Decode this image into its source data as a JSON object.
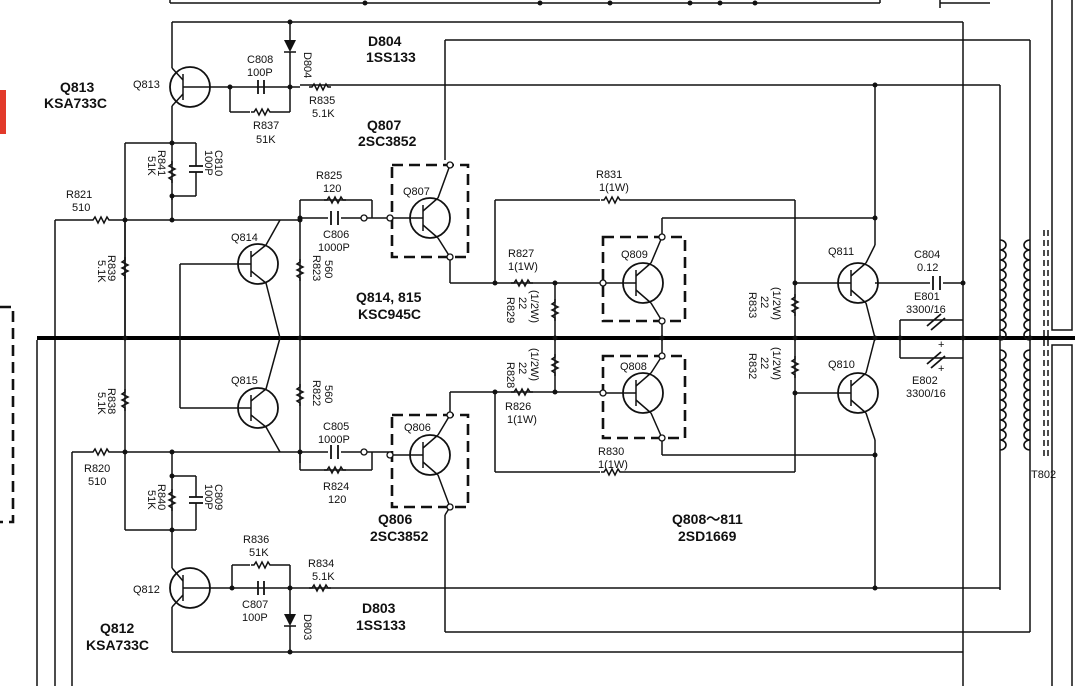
{
  "transistors": {
    "q813": {
      "ref": "Q813",
      "part": "KSA733C"
    },
    "q812": {
      "ref": "Q812",
      "part": "KSA733C"
    },
    "q807": {
      "ref": "Q807",
      "part": "2SC3852"
    },
    "q806": {
      "ref": "Q806",
      "part": "2SC3852"
    },
    "q814": {
      "ref": "Q814"
    },
    "q815": {
      "ref": "Q815"
    },
    "q814_815": {
      "ref": "Q814, 815",
      "part": "KSC945C"
    },
    "q809": {
      "ref": "Q809"
    },
    "q808": {
      "ref": "Q808"
    },
    "q811": {
      "ref": "Q811"
    },
    "q810": {
      "ref": "Q810"
    },
    "q808_811": {
      "ref": "Q808～811",
      "part": "2SD1669"
    }
  },
  "diodes": {
    "d804": {
      "ref": "D804",
      "part": "1SS133"
    },
    "d803": {
      "ref": "D803",
      "part": "1SS133"
    }
  },
  "resistors": {
    "r835": {
      "ref": "R835",
      "value": "5.1K"
    },
    "r837": {
      "ref": "R837",
      "value": "51K"
    },
    "r841": {
      "ref": "R841",
      "value": "51K"
    },
    "r821": {
      "ref": "R821",
      "value": "510"
    },
    "r825": {
      "ref": "R825",
      "value": "120"
    },
    "r839": {
      "ref": "R839",
      "value": "5.1K"
    },
    "r823": {
      "ref": "R823",
      "value": "560"
    },
    "r831": {
      "ref": "R831",
      "value": "1(1W)"
    },
    "r827": {
      "ref": "R827",
      "value": "1(1W)"
    },
    "r829": {
      "ref": "R829",
      "value": "22",
      "rating": "(1/2W)"
    },
    "r833": {
      "ref": "R833",
      "value": "22",
      "rating": "(1/2W)"
    },
    "r828": {
      "ref": "R828",
      "value": "22",
      "rating": "(1/2W)"
    },
    "r826": {
      "ref": "R826",
      "value": "1(1W)"
    },
    "r832": {
      "ref": "R832",
      "value": "22",
      "rating": "(1/2W)"
    },
    "r838": {
      "ref": "R838",
      "value": "5.1K"
    },
    "r822": {
      "ref": "R822",
      "value": "560"
    },
    "r820": {
      "ref": "R820",
      "value": "510"
    },
    "r824": {
      "ref": "R824",
      "value": "120"
    },
    "r840": {
      "ref": "R840",
      "value": "51K"
    },
    "r836": {
      "ref": "R836",
      "value": "51K"
    },
    "r834": {
      "ref": "R834",
      "value": "5.1K"
    },
    "r830": {
      "ref": "R830",
      "value": "1(1W)"
    }
  },
  "capacitors": {
    "c808": {
      "ref": "C808",
      "value": "100P"
    },
    "c810": {
      "ref": "C810",
      "value": "100P"
    },
    "c806": {
      "ref": "C806",
      "value": "1000P"
    },
    "c804": {
      "ref": "C804",
      "value": "0.12"
    },
    "e801": {
      "ref": "E801",
      "value": "3300/16"
    },
    "e802": {
      "ref": "E802",
      "value": "3300/16"
    },
    "c805": {
      "ref": "C805",
      "value": "1000P"
    },
    "c809": {
      "ref": "C809",
      "value": "100P"
    },
    "c807": {
      "ref": "C807",
      "value": "100P"
    }
  },
  "transformer": {
    "ref": "T802"
  },
  "polarity": {
    "plus": "+"
  }
}
